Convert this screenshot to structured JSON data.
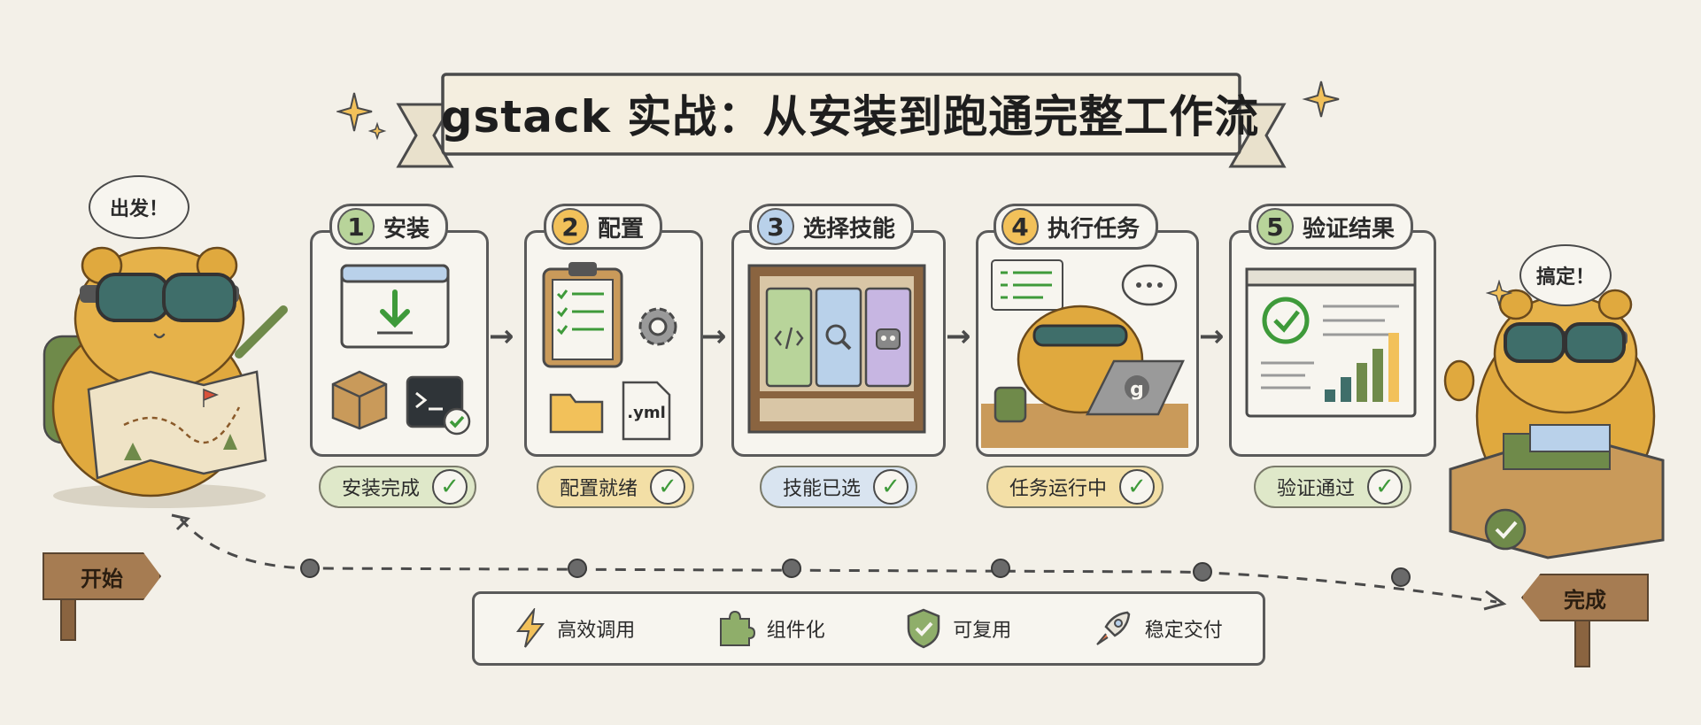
{
  "title": "gstack 实战：从安装到跑通完整工作流",
  "start_bubble": "出发！",
  "end_bubble": "搞定！",
  "start_sign": "开始",
  "end_sign": "完成",
  "steps": [
    {
      "number": "1",
      "label": "安装",
      "status": "安装完成",
      "num_color": "#b8d49a",
      "status_color": "#dfe8c9"
    },
    {
      "number": "2",
      "label": "配置",
      "status": "配置就绪",
      "num_color": "#f2c15a",
      "status_color": "#f3dfa6"
    },
    {
      "number": "3",
      "label": "选择技能",
      "status": "技能已选",
      "num_color": "#b9d1ea",
      "status_color": "#d9e4f0"
    },
    {
      "number": "4",
      "label": "执行任务",
      "status": "任务运行中",
      "num_color": "#f2c15a",
      "status_color": "#f3dfa6"
    },
    {
      "number": "5",
      "label": "验证结果",
      "status": "验证通过",
      "num_color": "#b8d49a",
      "status_color": "#dfe8c9"
    }
  ],
  "config_file_label": ".yml",
  "laptop_logo": "g",
  "features": [
    {
      "icon": "lightning-icon",
      "label": "高效调用"
    },
    {
      "icon": "puzzle-icon",
      "label": "组件化"
    },
    {
      "icon": "shield-check-icon",
      "label": "可复用"
    },
    {
      "icon": "rocket-icon",
      "label": "稳定交付"
    }
  ],
  "colors": {
    "background": "#f3f0e8",
    "check": "#3e9a3a",
    "hamster": "#e0a93e",
    "goggle": "#3f6e6a"
  }
}
